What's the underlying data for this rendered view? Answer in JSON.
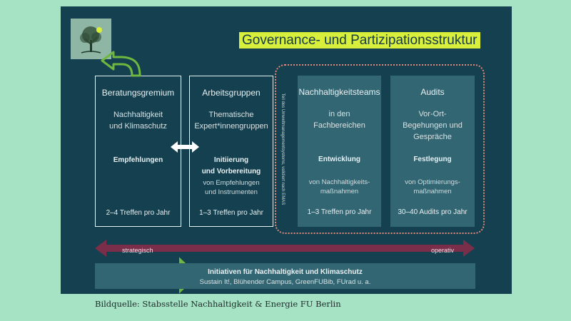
{
  "title": "Governance- und Partizipationsstruktur",
  "logo": {
    "icon": "tree-icon"
  },
  "columns": [
    {
      "heading": "Beratungsgremium",
      "description": "Nachhaltigkeit\nund Klimaschutz",
      "bold": "Empfehlungen",
      "sub": "",
      "footer": "2–4 Treffen pro Jahr"
    },
    {
      "heading": "Arbeitsgruppen",
      "description": "Thematische\nExpert*innengruppen",
      "bold": "Initiierung\nund Vorbereitung",
      "sub": "von Empfehlungen\nund Instrumenten",
      "footer": "1–3 Treffen pro Jahr"
    },
    {
      "heading": "Nachhaltigkeitsteams",
      "description": "in den\nFachbereichen",
      "bold": "Entwicklung",
      "sub": "von Nachhaltigkeits-\nmaßnahmen",
      "footer": "1–3 Treffen pro Jahr"
    },
    {
      "heading": "Audits",
      "description": "Vor-Ort-\nBegehungen und\nGespräche",
      "bold": "Festlegung",
      "sub": "von Optimierungs-\nmaßnahmen",
      "footer": "30–40 Audits pro Jahr"
    }
  ],
  "vertical_note": "Teil des Umweltmanagementsystems, validiert nach EMAS",
  "axis": {
    "left": "strategisch",
    "right": "operativ"
  },
  "initiatives": {
    "line1": "Initiativen für Nachhaltigkeit und Klimaschutz",
    "line2": "Sustain It!, Blühender Campus, GreenFUBib, FUrad u. a."
  },
  "caption": "Bildquelle: Stabsstelle Nachhaltigkeit & Energie FU Berlin",
  "colors": {
    "background": "#a6e3c4",
    "slide": "#14404f",
    "highlight": "#d8f03c",
    "arrow_green": "#6fb83f",
    "axis_arrow": "#7a2e4a",
    "dotted_border": "#e0887a"
  }
}
